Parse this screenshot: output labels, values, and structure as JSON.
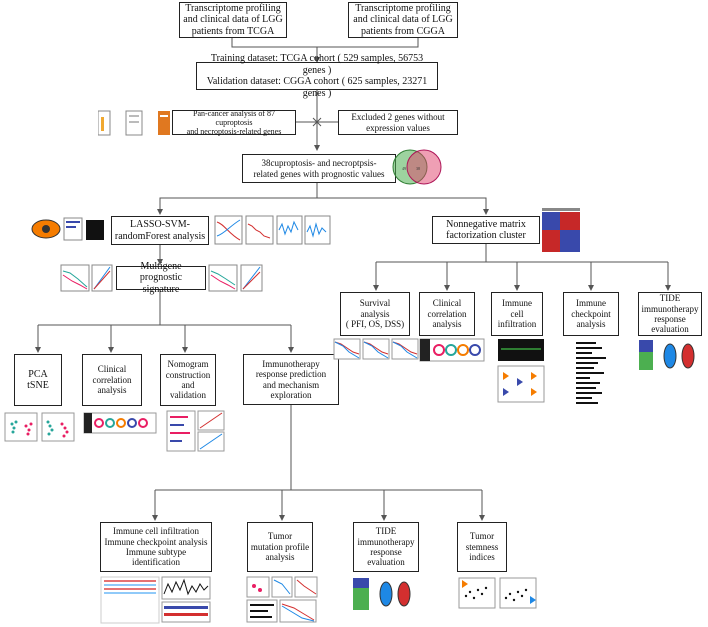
{
  "boxes": {
    "tcga_source": "Transcriptome profiling\nand clinical data of LGG\npatients from TCGA",
    "cgga_source": "Transcriptome profiling\nand clinical data of LGG\npatients from CGGA",
    "datasets": "Training  dataset: TCGA cohort ( 529 samples, 56753 genes )\nValidation dataset: CGGA cohort ( 625 samples, 23271 genes )",
    "pancancer": "Pan-cancer analysis of 87 cuproptosis\nand necroptosis-related genes",
    "excluded": "Excluded  2  genes without\nexpression values",
    "prognostic_genes": "38cuproptosis- and necroptpsis-\nrelated genes with prognostic values",
    "lasso": "LASSO-SVM-\nrandomForest analysis",
    "nmf": "Nonnegative matrix\nfactorization cluster",
    "signature": "Multigene prognostic\nsignature",
    "survival": "Survival\nanalysis\n( PFI, OS, DSS)",
    "clinical_nmf": "Clinical\ncorrelation\nanalysis",
    "immune_cell": "Immune\ncell\ninfiltration",
    "immune_checkpoint": "Immune\ncheckpoint\nanalysis",
    "tide_nmf": "TIDE\nimmunotherapy\nresponse\nevaluation",
    "pca": "PCA\ntSNE",
    "clinical_sig": "Clinical\ncorrelation\nanalysis",
    "nomogram": "Nomogram\nconstruction\nand validation",
    "immunotherapy": "Immunotherapy\nresponse prediction\nand mechanism\nexploration",
    "immune_multi": "Immune cell infiltration\nImmune checkpoint analysis\nImmune subtype\nidentification",
    "tumor_mutation": "Tumor\nmutation profile\nanalysis",
    "tide_bottom": "TIDE\nimmunotherapy\nresponse\nevaluation",
    "stemness": "Tumor\nstemness\nindices"
  },
  "colors": {
    "line": "#555555",
    "venn_left": "#4caf50",
    "venn_right": "#e0406a",
    "heat_red": "#c62828",
    "heat_blue": "#3949ab",
    "curve_red": "#d32f2f",
    "curve_blue": "#1e88e5",
    "pink": "#e91e63",
    "teal": "#26a69a",
    "orange": "#f57c00"
  }
}
